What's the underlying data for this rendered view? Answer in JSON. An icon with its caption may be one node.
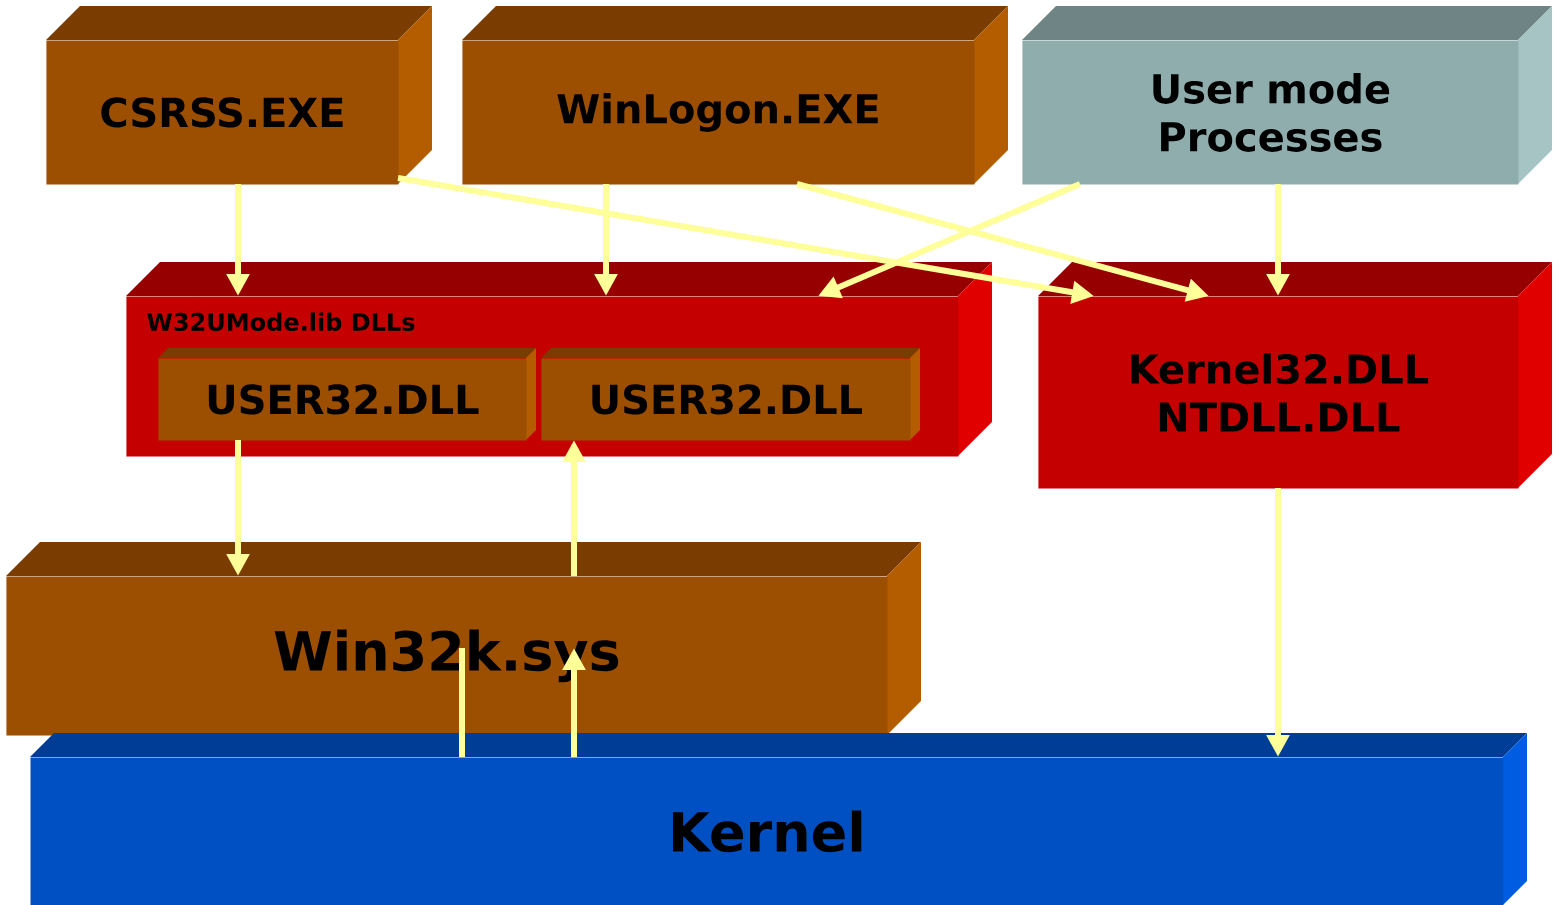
{
  "diagram": {
    "nodes": [
      {
        "text": [
          "CSRSS.EXE"
        ]
      },
      {
        "text": [
          "WinLogon.EXE"
        ]
      },
      {
        "text": [
          "User mode Processes"
        ]
      },
      {
        "text": [
          "W32UMode.lib DLLs"
        ]
      },
      {
        "text": [
          "USER32.DLL"
        ],
        "in": 3
      },
      {
        "text": [
          "USER32.DLL"
        ],
        "in": 3
      },
      {
        "text": [
          "Kernel32.DLL NTDLL.DLL"
        ]
      },
      {
        "text": [
          "Win32k.sys"
        ]
      },
      {
        "text": [
          "Kernel"
        ]
      }
    ],
    "edges": [
      {
        "from": 0,
        "to": 3,
        "arrow": "to"
      },
      {
        "from": 1,
        "to": 3,
        "arrow": "to"
      },
      {
        "from": 2,
        "to": 3,
        "arrow": "to"
      },
      {
        "from": 0,
        "to": 6,
        "arrow": "to"
      },
      {
        "from": 1,
        "to": 6,
        "arrow": "to"
      },
      {
        "from": 2,
        "to": 6,
        "arrow": "to"
      },
      {
        "from": 4,
        "to": 7,
        "arrow": "to"
      },
      {
        "from": 7,
        "to": 5,
        "arrow": "to"
      },
      {
        "from": 8,
        "to": 7,
        "arrow": "none"
      },
      {
        "from": 8,
        "to": 7,
        "arrow": "to"
      },
      {
        "from": 6,
        "to": 8,
        "arrow": "to"
      }
    ]
  }
}
